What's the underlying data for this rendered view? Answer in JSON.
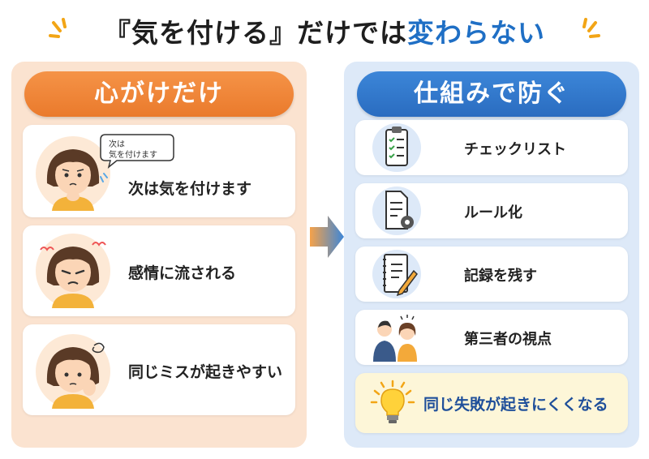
{
  "title": {
    "part1": "『気を付ける』だけでは",
    "part2": "変わらない"
  },
  "left": {
    "header": "心がけだけ",
    "items": [
      {
        "label": "次は気を付けます",
        "bubble_line1": "次は",
        "bubble_line2": "気を付けます"
      },
      {
        "label": "感情に流される"
      },
      {
        "label": "同じミスが起きやすい"
      }
    ]
  },
  "right": {
    "header": "仕組みで防ぐ",
    "items": [
      {
        "label": "チェックリスト",
        "icon": "clipboard-checklist-icon"
      },
      {
        "label": "ルール化",
        "icon": "document-gear-icon"
      },
      {
        "label": "記録を残す",
        "icon": "notebook-pencil-icon"
      },
      {
        "label": "第三者の視点",
        "icon": "two-people-icon"
      }
    ],
    "result": "同じ失敗が起きにくくなる"
  },
  "colors": {
    "accent_blue": "#1f6fc5",
    "orange": "#ea7a2c",
    "left_panel": "#fbe3d0",
    "right_panel": "#dde9f8"
  }
}
